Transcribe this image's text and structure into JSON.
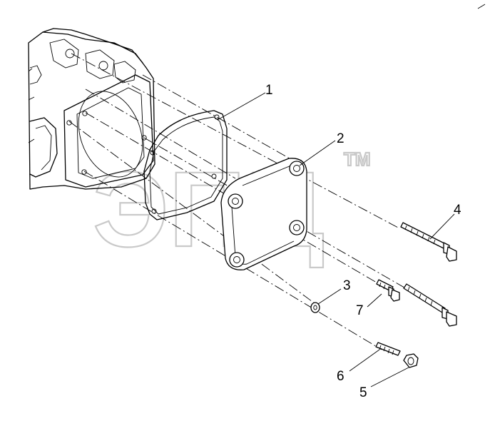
{
  "watermark": {
    "text": "ЭПЦ",
    "tm": "TM"
  },
  "callouts": [
    {
      "id": "1",
      "label": "1"
    },
    {
      "id": "2",
      "label": "2"
    },
    {
      "id": "3",
      "label": "3"
    },
    {
      "id": "4",
      "label": "4"
    },
    {
      "id": "5",
      "label": "5"
    },
    {
      "id": "6",
      "label": "6"
    },
    {
      "id": "7",
      "label": "7"
    }
  ],
  "colors": {
    "line": "#000000",
    "watermark": "#c9c9c9",
    "background": "#ffffff"
  }
}
